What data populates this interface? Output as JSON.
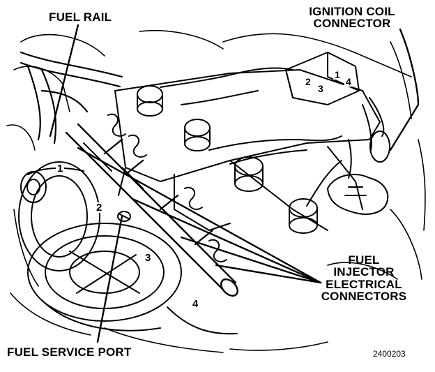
{
  "labels": {
    "fuel_rail": "FUEL RAIL",
    "ignition_coil_connector": [
      "IGNITION COIL",
      "CONNECTOR"
    ],
    "fuel_injector_electrical_connectors": [
      "FUEL",
      "INJECTOR",
      "ELECTRICAL",
      "CONNECTORS"
    ],
    "fuel_service_port": "FUEL SERVICE PORT"
  },
  "injector_numbers": [
    "1",
    "2",
    "3",
    "4"
  ],
  "coil_numbers": [
    "2",
    "3",
    "1",
    "4"
  ],
  "figure_id": "2400203"
}
